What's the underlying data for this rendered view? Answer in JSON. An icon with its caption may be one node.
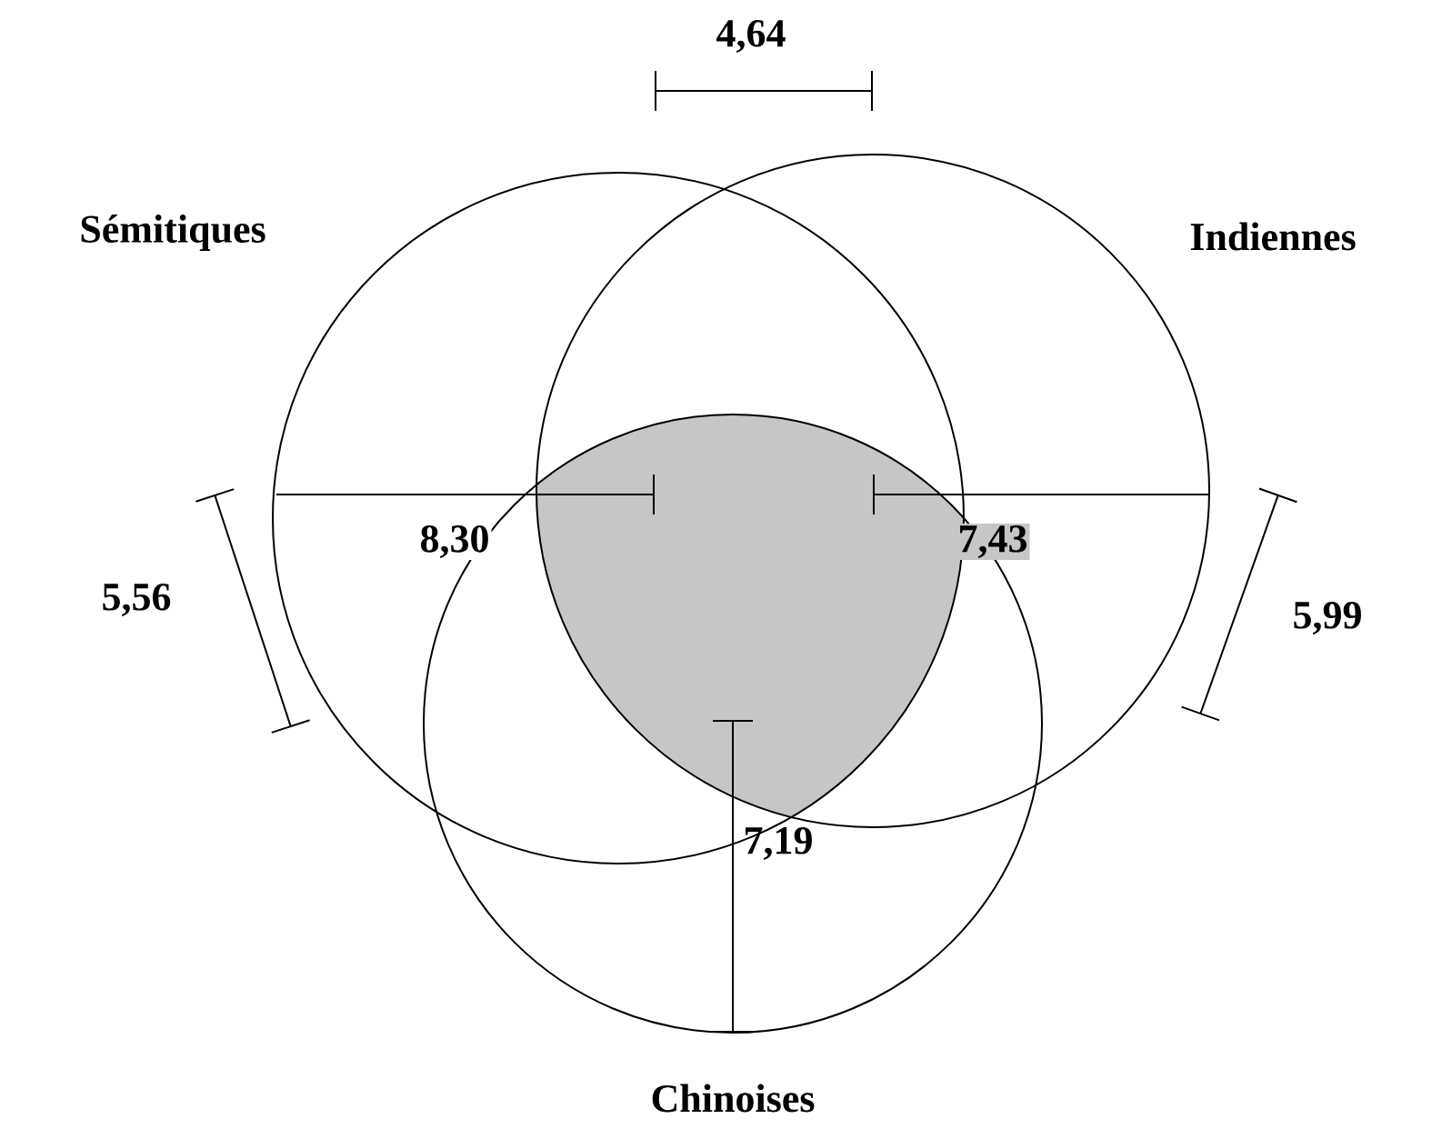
{
  "diagram": {
    "nodes": [
      {
        "text": [
          "Sémitiques"
        ]
      },
      {
        "text": [
          "Indiennes"
        ]
      },
      {
        "text": [
          "Chinoises"
        ]
      },
      {
        "text": [],
        "shape": "region"
      }
    ],
    "labels": [
      "4,64",
      "8,30",
      "7,43",
      "5,56",
      "5,99",
      "7,19"
    ]
  }
}
